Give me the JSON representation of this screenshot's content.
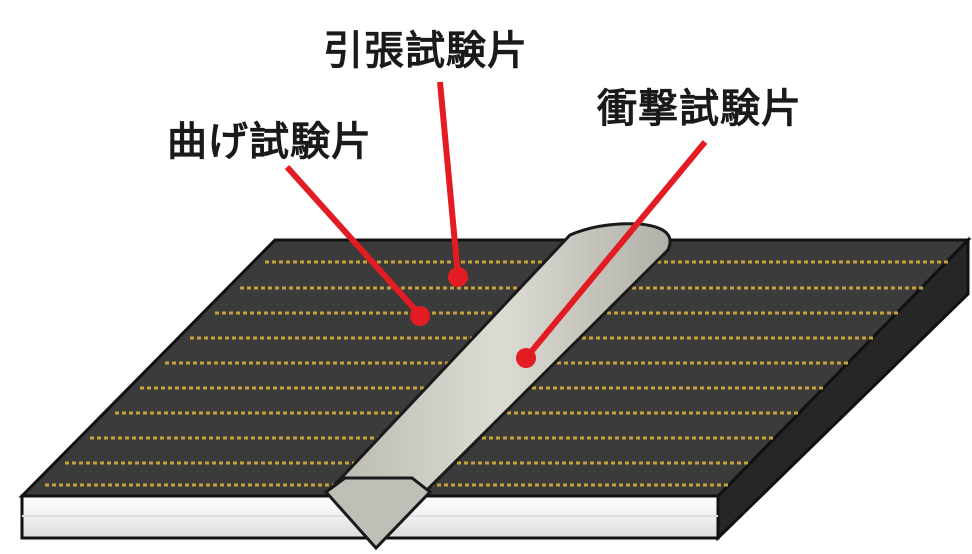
{
  "labels": {
    "tensile": "引張試験片",
    "impact": "衝撃試験片",
    "bend": "曲げ試験片"
  },
  "colors": {
    "pointer": "#e31b23",
    "plate_top": "#3c3c3c",
    "plate_side": "#2a2a2a",
    "plate_front": "#f2f2f2",
    "weld_bead": "#c9c9c0",
    "specimen_lines": "#c9a23a",
    "background": "#ffffff"
  },
  "icons": {
    "pointer_end": "red-dot"
  }
}
